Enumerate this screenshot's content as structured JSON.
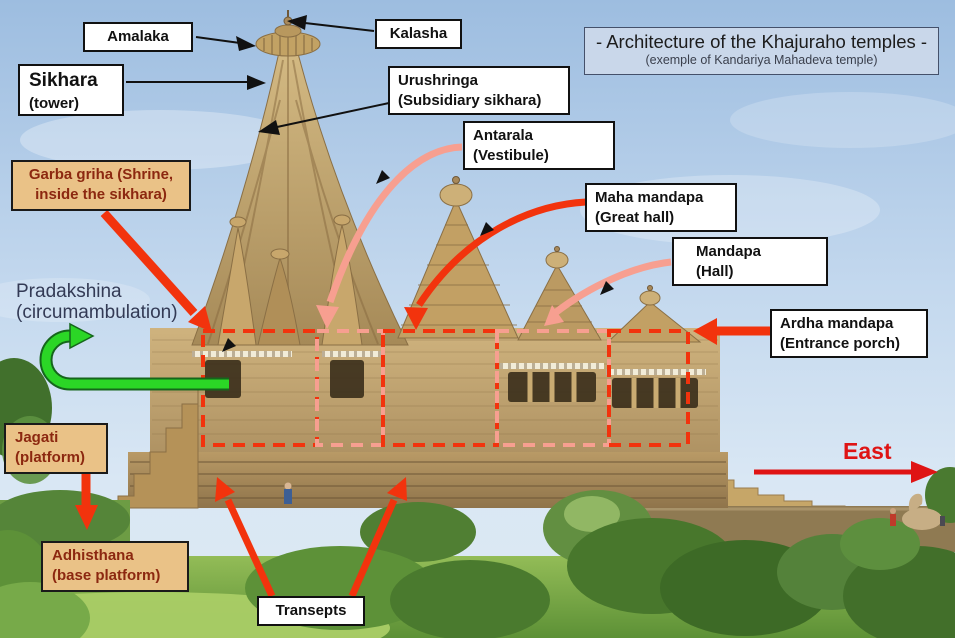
{
  "header": {
    "title": "- Architecture of the Khajuraho temples -",
    "subtitle": "(exemple of Kandariya Mahadeva temple)"
  },
  "annotations": {
    "amalaka": {
      "label": "Amalaka"
    },
    "kalasha": {
      "label": "Kalasha"
    },
    "sikhara": {
      "label": "Sikhara",
      "sublabel": "(tower)"
    },
    "urushringa": {
      "label": "Urushringa",
      "sublabel": "(Subsidiary sikhara)"
    },
    "antarala": {
      "label": "Antarala",
      "sublabel": "(Vestibule)"
    },
    "maha_mandapa": {
      "label": "Maha mandapa",
      "sublabel": "(Great hall)"
    },
    "mandapa": {
      "label": "Mandapa",
      "sublabel": "(Hall)"
    },
    "ardha_mandapa": {
      "label": "Ardha mandapa",
      "sublabel": "(Entrance porch)"
    },
    "garba_griha": {
      "label_line1": "Garba griha (Shrine,",
      "label_line2": "inside the sikhara)"
    },
    "pradakshina": {
      "label": "Pradakshina",
      "sublabel": "(circumambulation)"
    },
    "jagati": {
      "label": "Jagati",
      "sublabel": "(platform)"
    },
    "adhisthana": {
      "label": "Adhisthana",
      "sublabel": "(base platform)"
    },
    "transepts": {
      "label": "Transepts"
    },
    "east": {
      "label": "East"
    }
  },
  "colors": {
    "accent_red": "#f2330d",
    "accent_pink": "#f79f90",
    "green_fill": "#2bd626",
    "green_edge": "#15661b",
    "tan_bg": "#eac287",
    "tan_text": "#8c2810",
    "title_bg": "#c9d7ea",
    "east_red": "#df1414",
    "ink": "#111111"
  }
}
